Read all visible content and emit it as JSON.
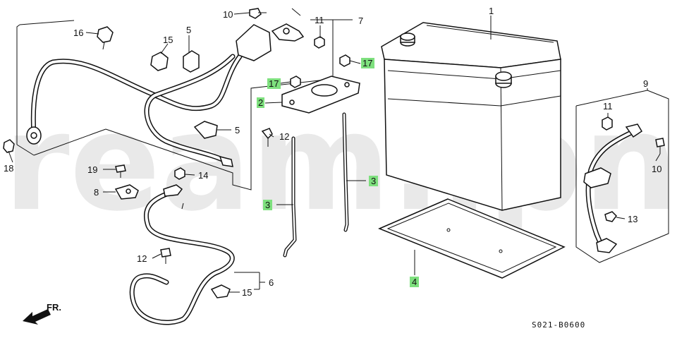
{
  "watermark": "ream.jpn",
  "diagram_code": "S021-B0600",
  "direction_label": "FR.",
  "callouts": {
    "c1": "1",
    "c2": "2",
    "c3a": "3",
    "c3b": "3",
    "c4": "4",
    "c5a": "5",
    "c5b": "5",
    "c6": "6",
    "c7": "7",
    "c8": "8",
    "c9": "9",
    "c10a": "10",
    "c10b": "10",
    "c11a": "11",
    "c11b": "11",
    "c12a": "12",
    "c12b": "12",
    "c13": "13",
    "c14": "14",
    "c15a": "15",
    "c15b": "15",
    "c16": "16",
    "c17a": "17",
    "c17b": "17",
    "c18": "18",
    "c19": "19"
  },
  "highlight_color": "#7ee07e"
}
